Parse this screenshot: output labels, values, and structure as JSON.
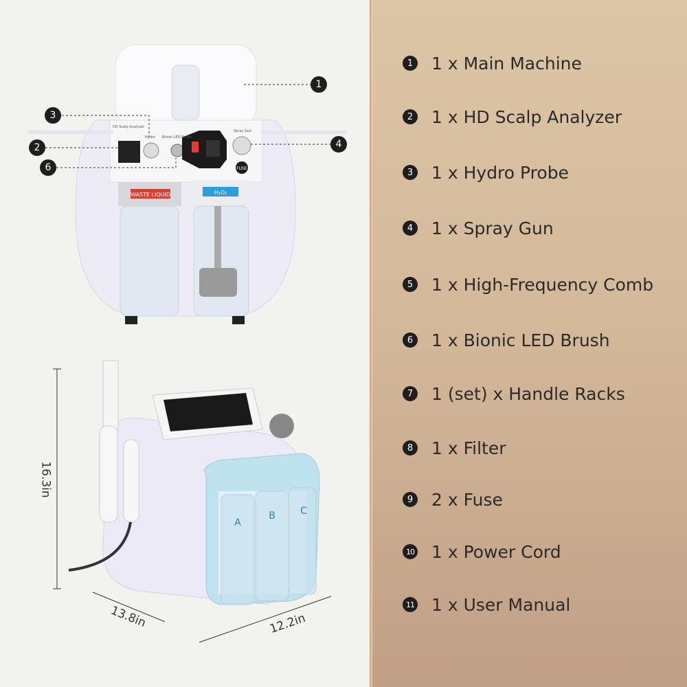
{
  "machine_front": {
    "port_labels": {
      "scalp": "HD Scalp Analyzer",
      "hydro": "Hydro",
      "led": "Bionic LED Brush",
      "spray": "Spray Gun"
    },
    "fuse_label": "FUSE",
    "waste_label": "WASTE LIQUID",
    "h2o2_label": "H₂O₂",
    "callouts": [
      "1",
      "3",
      "2",
      "4",
      "6"
    ]
  },
  "machine_side": {
    "bottle_labels": [
      "A",
      "B",
      "C"
    ]
  },
  "dimensions": {
    "height": "16.3in",
    "depth": "13.8in",
    "width": "12.2in"
  },
  "package_list": [
    {
      "num": "1",
      "text": "1 x Main Machine"
    },
    {
      "num": "2",
      "text": "1 x HD Scalp Analyzer"
    },
    {
      "num": "3",
      "text": "1 x Hydro Probe"
    },
    {
      "num": "4",
      "text": "1 x Spray Gun"
    },
    {
      "num": "5",
      "text": "1 x High-Frequency Comb"
    },
    {
      "num": "6",
      "text": "1 x Bionic LED Brush"
    },
    {
      "num": "7",
      "text": "1 (set) x Handle Racks"
    },
    {
      "num": "8",
      "text": "1 x Filter"
    },
    {
      "num": "9",
      "text": " 2 x Fuse"
    },
    {
      "num": "10",
      "text": "1 x Power Cord"
    },
    {
      "num": "11",
      "text": "1 x User Manual"
    }
  ],
  "colors": {
    "panel_top": "#dcc6a6",
    "panel_bottom": "#c09f86",
    "divider": "#c89a7a",
    "background": "#f2f2ee",
    "waste_red": "#e8392c",
    "h2o2_blue": "#2a9ee0"
  }
}
